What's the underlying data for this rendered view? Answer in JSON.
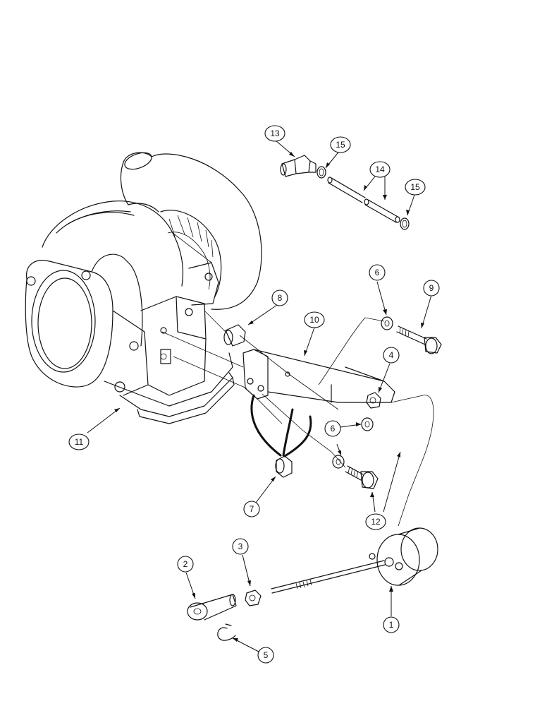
{
  "callouts": {
    "c1": "1",
    "c2": "2",
    "c3": "3",
    "c4": "4",
    "c5": "5",
    "c6a": "6",
    "c6b": "6",
    "c7": "7",
    "c8": "8",
    "c9": "9",
    "c10": "10",
    "c11": "11",
    "c12": "12",
    "c13": "13",
    "c14": "14",
    "c15a": "15",
    "c15b": "15"
  }
}
